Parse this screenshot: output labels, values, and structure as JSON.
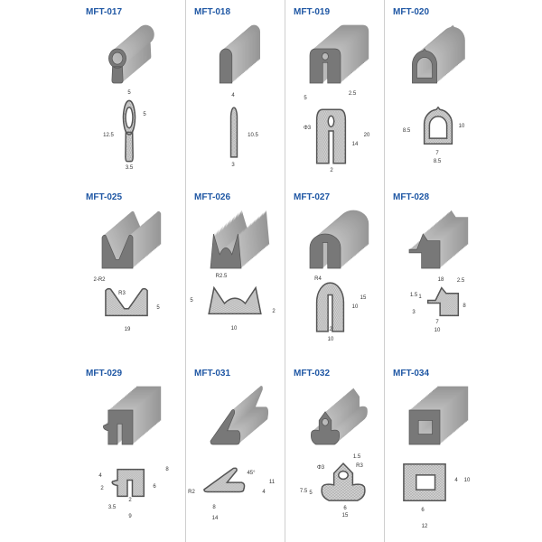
{
  "products": [
    {
      "code": "MFT-017",
      "dims": [
        "5",
        "5",
        "12.5",
        "3.5"
      ]
    },
    {
      "code": "MFT-018",
      "dims": [
        "4",
        "10.5",
        "3"
      ]
    },
    {
      "code": "MFT-019",
      "dims": [
        "5",
        "2.5",
        "Φ3",
        "14",
        "20",
        "2"
      ]
    },
    {
      "code": "MFT-020",
      "dims": [
        "8.5",
        "10",
        "7",
        "8.5"
      ]
    },
    {
      "code": "MFT-025",
      "dims": [
        "2-R2",
        "R3",
        "5",
        "19"
      ]
    },
    {
      "code": "MFT-026",
      "dims": [
        "R2.5",
        "5",
        "2",
        "10"
      ]
    },
    {
      "code": "MFT-027",
      "dims": [
        "R4",
        "10",
        "15",
        "2",
        "10"
      ]
    },
    {
      "code": "MFT-028",
      "dims": [
        "18",
        "2.5",
        "1.5",
        "1",
        "3",
        "8",
        "7",
        "10"
      ]
    },
    {
      "code": "MFT-029",
      "dims": [
        "4",
        "2",
        "8",
        "6",
        "2",
        "3.5",
        "9"
      ]
    },
    {
      "code": "MFT-031",
      "dims": [
        "R2",
        "45°",
        "11",
        "4",
        "8",
        "14"
      ]
    },
    {
      "code": "MFT-032",
      "dims": [
        "1.5",
        "Φ3",
        "R3",
        "7.5",
        "5",
        "6",
        "15"
      ]
    },
    {
      "code": "MFT-034",
      "dims": [
        "4",
        "10",
        "6",
        "12"
      ]
    }
  ],
  "colors": {
    "title": "#1f57a4",
    "profile": "#8a8a8a"
  }
}
